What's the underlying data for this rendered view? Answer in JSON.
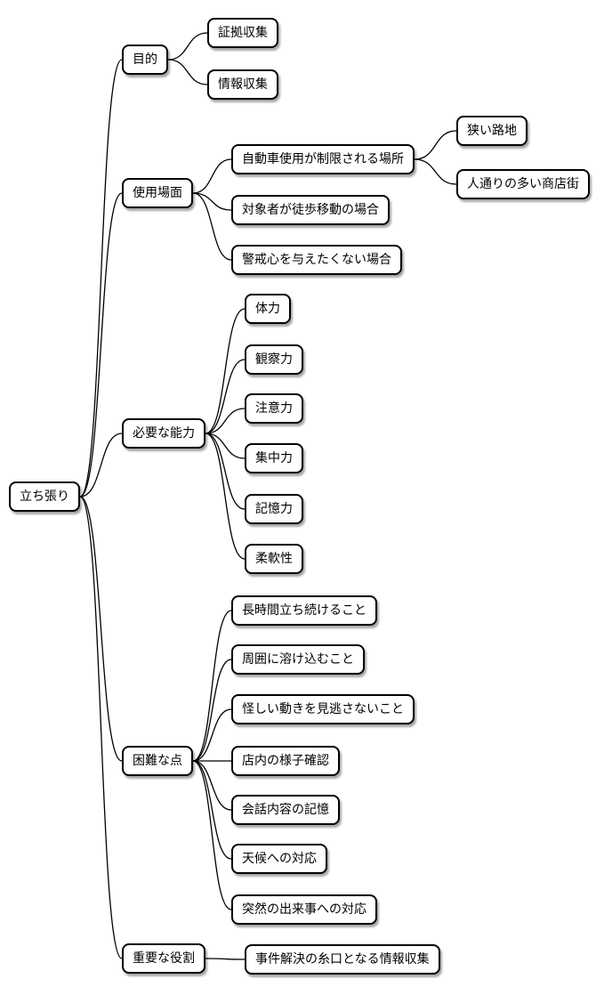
{
  "diagram": {
    "type": "mindmap",
    "root": {
      "label": "立ち張り"
    },
    "branches": [
      {
        "label": "目的",
        "children": [
          {
            "label": "証拠収集"
          },
          {
            "label": "情報収集"
          }
        ]
      },
      {
        "label": "使用場面",
        "children": [
          {
            "label": "自動車使用が制限される場所",
            "children": [
              {
                "label": "狭い路地"
              },
              {
                "label": "人通りの多い商店街"
              }
            ]
          },
          {
            "label": "対象者が徒歩移動の場合"
          },
          {
            "label": "警戒心を与えたくない場合"
          }
        ]
      },
      {
        "label": "必要な能力",
        "children": [
          {
            "label": "体力"
          },
          {
            "label": "観察力"
          },
          {
            "label": "注意力"
          },
          {
            "label": "集中力"
          },
          {
            "label": "記憶力"
          },
          {
            "label": "柔軟性"
          }
        ]
      },
      {
        "label": "困難な点",
        "children": [
          {
            "label": "長時間立ち続けること"
          },
          {
            "label": "周囲に溶け込むこと"
          },
          {
            "label": "怪しい動きを見逃さないこと"
          },
          {
            "label": "店内の様子確認"
          },
          {
            "label": "会話内容の記憶"
          },
          {
            "label": "天候への対応"
          },
          {
            "label": "突然の出来事への対応"
          }
        ]
      },
      {
        "label": "重要な役割",
        "children": [
          {
            "label": "事件解決の糸口となる情報収集"
          }
        ]
      }
    ],
    "colors": {
      "background": "#ffffff",
      "node_fill": "#ffffff",
      "node_border": "#000000",
      "edge": "#000000"
    }
  }
}
